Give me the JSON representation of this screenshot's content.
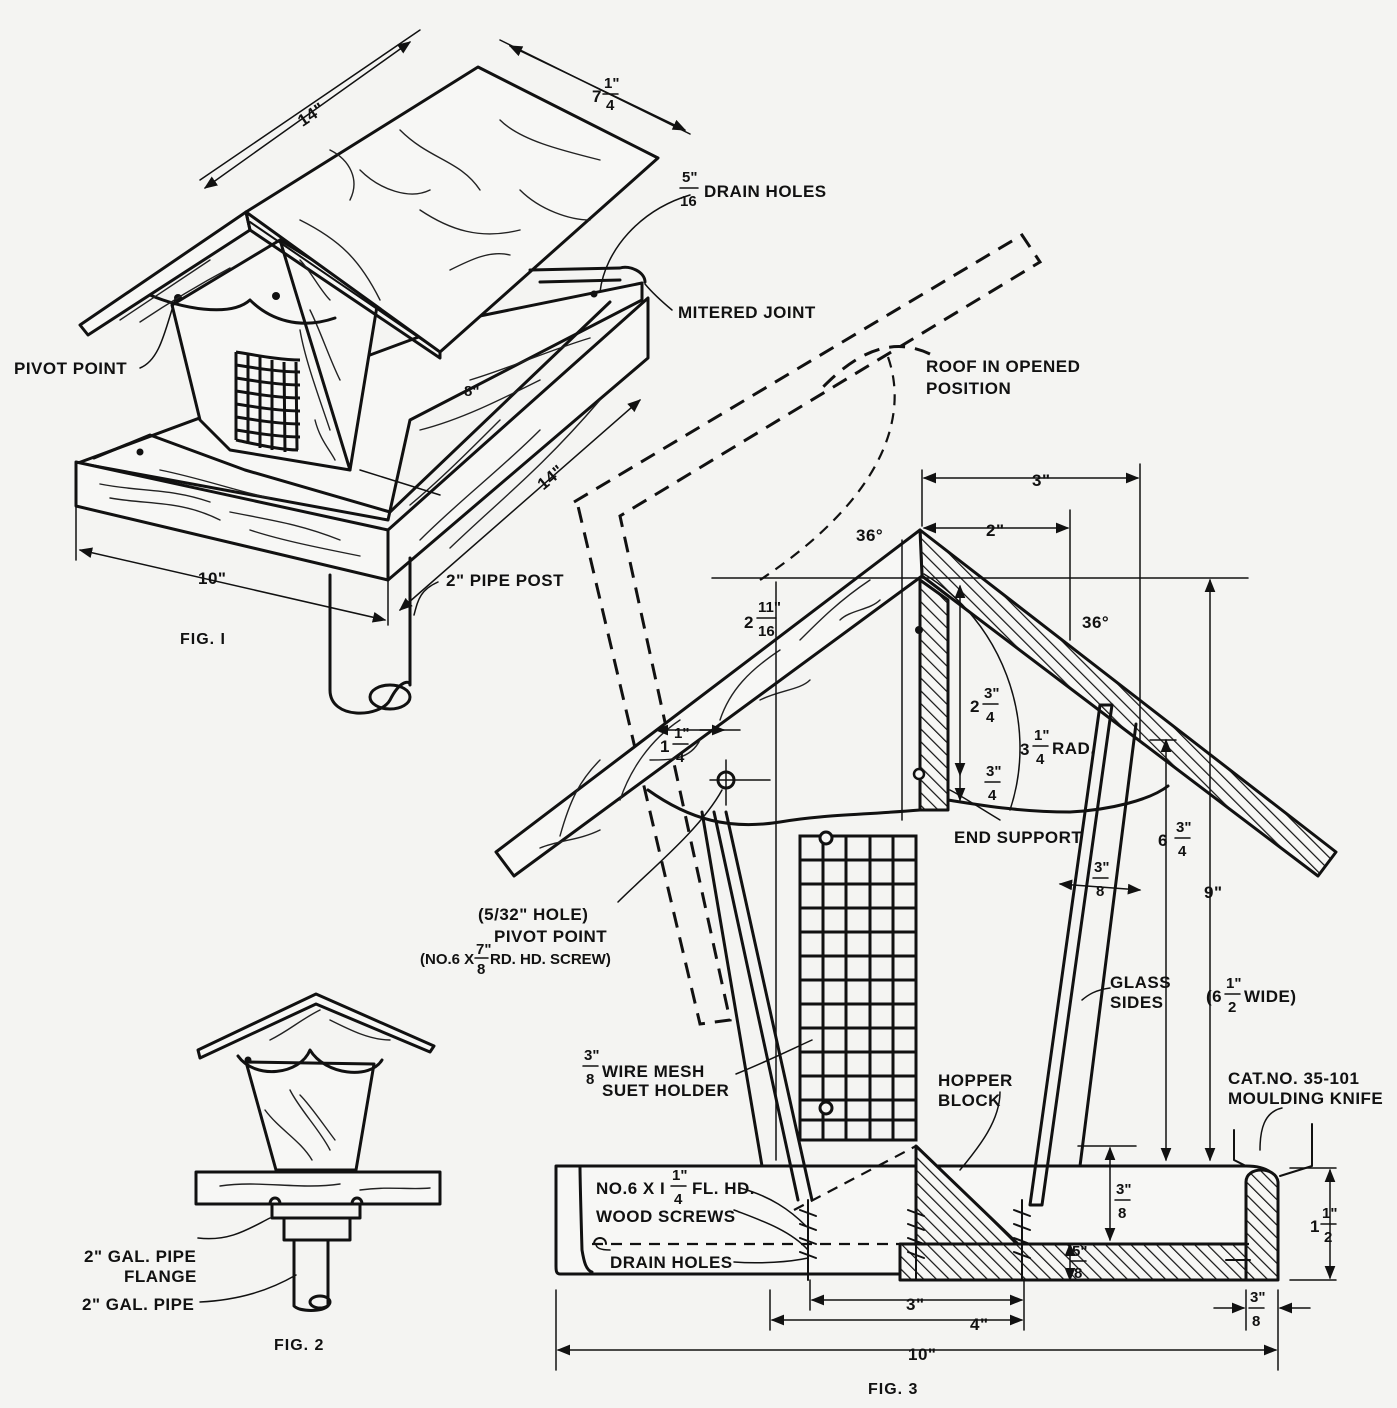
{
  "labels": {
    "dim_14_top": "14\"",
    "dim_7_whole": "7",
    "dim_7_num": "1\"",
    "dim_7_den": "4",
    "drain_holes_num": "5\"",
    "drain_holes_den": "16",
    "drain_holes": "DRAIN HOLES",
    "mitered_joint": "MITERED JOINT",
    "pivot_point_fig1": "PIVOT POINT",
    "dim_8": "8\"",
    "dim_14_side": "14\"",
    "dim_10_fig1": "10\"",
    "pipe_post": "2\" PIPE POST",
    "fig1": "FIG. I",
    "roof_opened_1": "ROOF IN OPENED",
    "roof_opened_2": "POSITION",
    "dim_3_top": "3\"",
    "dim_2_top": "2\"",
    "angle_36_left": "36°",
    "angle_36_right": "36°",
    "dim_2_11_16_whole": "2",
    "dim_2_11_16_num": "11\"",
    "dim_2_11_16_den": "16",
    "dim_2_3_4_whole": "2",
    "dim_2_3_4_num": "3\"",
    "dim_2_3_4_den": "4",
    "dim_3_1_4_whole": "3",
    "dim_3_1_4_num": "1\"",
    "dim_3_1_4_den": "4",
    "rad": "RAD.",
    "dim_1_1_4_whole": "1",
    "dim_1_1_4_num": "1\"",
    "dim_1_1_4_den": "4",
    "dim_3_4_num": "3\"",
    "dim_3_4_den": "4",
    "end_support": "END SUPPORT",
    "dim_6_3_4_whole": "6",
    "dim_6_3_4_num": "3\"",
    "dim_6_3_4_den": "4",
    "dim_9": "9\"",
    "dim_3_8_glass_num": "3\"",
    "dim_3_8_glass_den": "8",
    "hole_1": "(5/32\" HOLE)",
    "hole_2": "PIVOT POINT",
    "hole_3_a": "(NO.6 X",
    "hole_3_num": "7\"",
    "hole_3_den": "8",
    "hole_3_b": "RD. HD. SCREW)",
    "glass_1": "GLASS",
    "glass_2": "SIDES",
    "wide_a": "(6",
    "wide_num": "1\"",
    "wide_den": "2",
    "wide_b": "WIDE)",
    "mesh_num": "3\"",
    "mesh_den": "8",
    "mesh_1": "WIRE MESH",
    "mesh_2": "SUET HOLDER",
    "hopper_1": "HOPPER",
    "hopper_2": "BLOCK",
    "cat_1": "CAT.NO. 35-101",
    "cat_2": "MOULDING KNIFE",
    "screw_a": "NO.6 X I",
    "screw_num": "1\"",
    "screw_den": "4",
    "screw_b": "FL. HD.",
    "wood_screws": "WOOD SCREWS",
    "drain_holes_fig3": "DRAIN HOLES",
    "dim_3_8_hop_num": "3\"",
    "dim_3_8_hop_den": "8",
    "dim_5_8_num": "5\"",
    "dim_5_8_den": "8",
    "dim_1_1_2_whole": "1",
    "dim_1_1_2_num": "1\"",
    "dim_1_1_2_den": "2",
    "dim_3_bottom": "3\"",
    "dim_4_bottom": "4\"",
    "dim_10_bottom": "10\"",
    "dim_3_8_rim_num": "3\"",
    "dim_3_8_rim_den": "8",
    "fig3": "FIG. 3",
    "pipe_flange_1": "2\" GAL. PIPE",
    "pipe_flange_2": "FLANGE",
    "gal_pipe": "2\" GAL. PIPE",
    "fig2": "FIG. 2"
  }
}
